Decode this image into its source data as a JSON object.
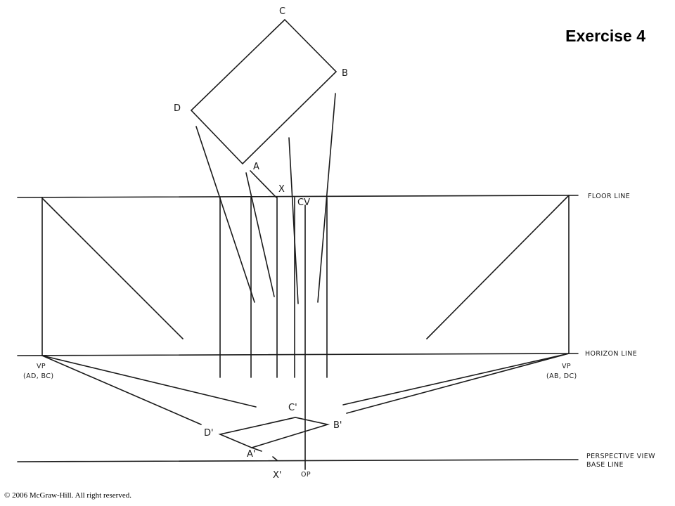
{
  "title": "Exercise 4",
  "copyright": "© 2006 McGraw-Hill.  All right reserved.",
  "labels": {
    "c": "C",
    "b": "B",
    "d": "D",
    "a": "A",
    "x": "X",
    "cv": "CV",
    "floor_line": "FLOOR LINE",
    "horizon_line": "HORIZON LINE",
    "vp_left": "VP",
    "vp_left_sub": "(AD, BC)",
    "vp_right": "VP",
    "vp_right_sub": "(AB, DC)",
    "c_prime": "C'",
    "d_prime": "D'",
    "b_prime": "B'",
    "a_prime": "A'",
    "x_prime": "X'",
    "op": "OP",
    "base_line_1": "PERSPECTIVE VIEW",
    "base_line_2": "BASE LINE"
  }
}
